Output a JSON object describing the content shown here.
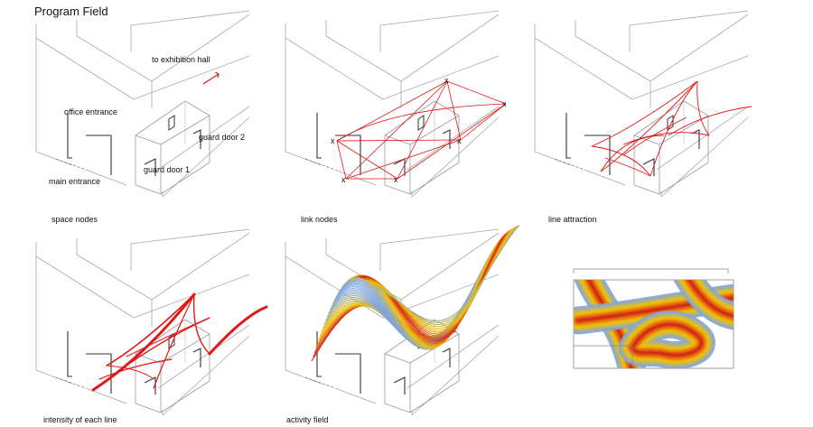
{
  "title": "Program Field",
  "panels": [
    {
      "id": "space-nodes",
      "caption": "space nodes"
    },
    {
      "id": "link-nodes",
      "caption": "link nodes"
    },
    {
      "id": "line-attraction",
      "caption": "line attraction"
    },
    {
      "id": "intensity",
      "caption": "intensity of each line"
    },
    {
      "id": "activity-field",
      "caption": "activity field"
    },
    {
      "id": "plan-field",
      "caption": ""
    }
  ],
  "labels": {
    "exhibition": "to exhibition hall",
    "office": "office entrance",
    "guard2": "guard door 2",
    "guard1": "guard door 1",
    "main": "main entrance"
  },
  "node_marker": "x",
  "colors": {
    "lines": "#9a9a9a",
    "doors": "#333333",
    "links": "#e01818",
    "field_hot": "#d4201a",
    "field_warm": "#f2c400",
    "field_cool": "#7fa4e0"
  }
}
